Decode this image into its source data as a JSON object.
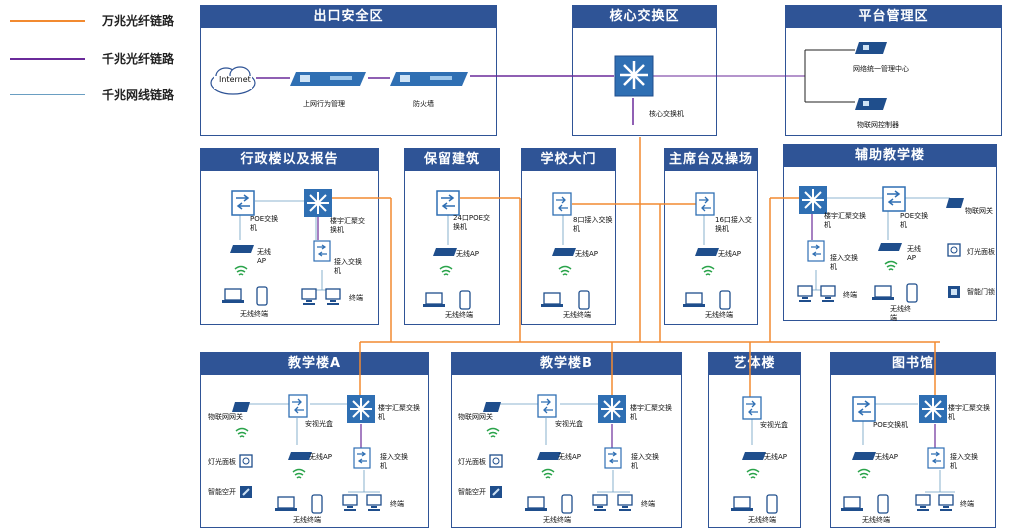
{
  "legend": [
    {
      "label": "万兆光纤链路",
      "color": "#f28a30"
    },
    {
      "label": "千兆光纤链路",
      "color": "#6a2a9a"
    },
    {
      "label": "千兆网线链路",
      "color": "#6a9ec2"
    }
  ],
  "panels": {
    "exit": {
      "title": "出口安全区",
      "internet": "Internet",
      "behavior": "上网行为管理",
      "firewall": "防火墙"
    },
    "core": {
      "title": "核心交换区",
      "core_switch": "核心交换机"
    },
    "platform": {
      "title": "平台管理区",
      "mgmt": "网络统一管理中心",
      "iot_ctrl": "物联网控制器"
    },
    "admin": {
      "title": "行政楼以及报告",
      "poe": "POE交换机",
      "agg": "楼宇汇聚交换机",
      "ap": "无线AP",
      "access": "接入交换机",
      "wireless_term": "无线终端",
      "term": "终端"
    },
    "baoliu": {
      "title": "保留建筑",
      "poe24": "24口POE交换机",
      "ap": "无线AP",
      "wireless_term": "无线终端"
    },
    "gate": {
      "title": "学校大门",
      "sw8": "8口接入交换机",
      "ap": "无线AP",
      "wireless_term": "无线终端"
    },
    "stand": {
      "title": "主席台及操场",
      "sw16": "16口接入交换机",
      "ap": "无线AP",
      "wireless_term": "无线终端"
    },
    "aux": {
      "title": "辅助教学楼",
      "agg": "楼宇汇聚交换机",
      "poe": "POE交换机",
      "iot_gw": "物联网关",
      "access": "接入交换机",
      "ap": "无线AP",
      "light": "灯光面板",
      "door": "智能门锁",
      "term": "终端",
      "wireless_term": "无线终端"
    },
    "teachA": {
      "title": "教学楼A",
      "iot_gw": "物联网网关",
      "fiber_box": "安视光盒",
      "agg": "楼宇汇聚交换机",
      "ap": "无线AP",
      "access": "接入交换机",
      "light": "灯光面板",
      "ac": "智能空开",
      "wireless_term": "无线终端",
      "term": "终端"
    },
    "teachB": {
      "title": "教学楼B",
      "iot_gw": "物联网网关",
      "fiber_box": "安视光盒",
      "agg": "楼宇汇聚交换机",
      "ap": "无线AP",
      "access": "接入交换机",
      "light": "灯光面板",
      "ac": "智能空开",
      "wireless_term": "无线终端",
      "term": "终端"
    },
    "art": {
      "title": "艺体楼",
      "fiber_box": "安视光盒",
      "ap": "无线AP",
      "wireless_term": "无线终端"
    },
    "library": {
      "title": "图书馆",
      "poe": "POE交换机",
      "agg": "楼宇汇聚交换机",
      "ap": "无线AP",
      "access": "接入交换机",
      "wireless_term": "无线终端",
      "term": "终端"
    }
  },
  "icon_names": [
    "router-icon",
    "firewall-icon",
    "core-switch-icon",
    "access-switch-icon",
    "ap-icon",
    "wifi-icon",
    "laptop-icon",
    "phone-icon",
    "pc-icon",
    "server-icon",
    "cloud-icon"
  ]
}
